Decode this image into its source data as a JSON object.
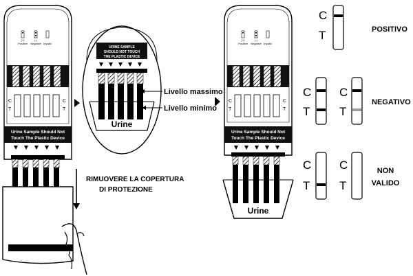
{
  "device": {
    "legend_labels": [
      "(+)\nPositive",
      "(-)\nNegative",
      "Invalid"
    ],
    "legend_pos": "(+)",
    "legend_pos_word": "Positive",
    "legend_neg": "(-)",
    "legend_neg_word": "Negative",
    "legend_inv": "Invalid",
    "window_c": "C",
    "window_t": "T",
    "warning_line1": "Urine Sample Should Not",
    "warning_line2": "Touch The Plastic Device"
  },
  "zoom": {
    "line1": "URINE SAMPLE",
    "line2": "SHOULD NOT TOUCH",
    "line3": "THE PLASTIC DEVICE",
    "cup_label": "Urine",
    "max_level": "Livello massimo",
    "min_level": "Livello minimo"
  },
  "step1": {
    "line1": "RIMUOVERE LA  COPERTURA",
    "line2": "DI PROTEZIONE"
  },
  "step2": {
    "cup_label": "Urine"
  },
  "results": {
    "c": "C",
    "t": "T",
    "positive": "POSITIVO",
    "negative": "NEGATIVO",
    "invalid_line1": "NON",
    "invalid_line2": "VALIDO"
  }
}
